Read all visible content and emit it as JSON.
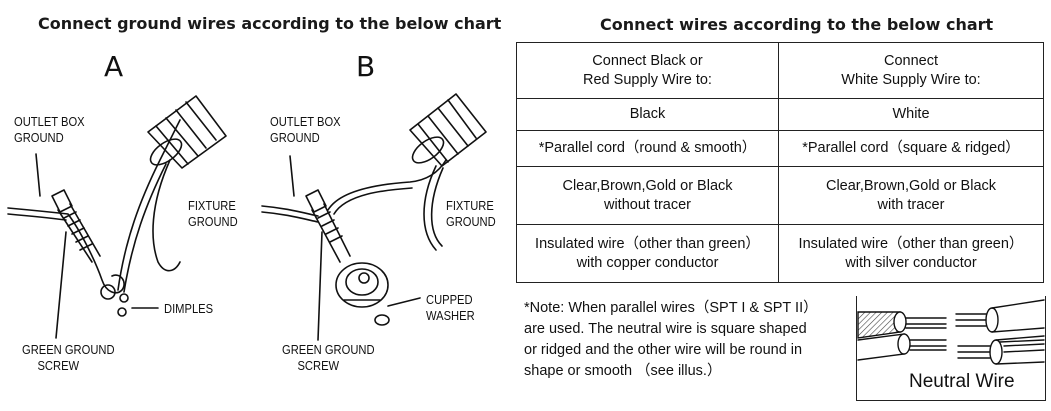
{
  "left": {
    "heading": "Connect ground wires according to the below chart",
    "figure_a": {
      "letter": "A",
      "outlet_box_ground": [
        "OUTLET BOX",
        "GROUND"
      ],
      "fixture_ground": [
        "FIXTURE",
        "GROUND"
      ],
      "dimples": "DIMPLES",
      "green_ground_screw": [
        "GREEN GROUND",
        "SCREW"
      ]
    },
    "figure_b": {
      "letter": "B",
      "outlet_box_ground": [
        "OUTLET BOX",
        "GROUND"
      ],
      "fixture_ground": [
        "FIXTURE",
        "GROUND"
      ],
      "cupped_washer": [
        "CUPPED",
        "WASHER"
      ],
      "green_ground_screw": [
        "GREEN GROUND",
        "SCREW"
      ]
    }
  },
  "right": {
    "heading": "Connect wires according to the below chart",
    "table": {
      "header": [
        [
          "Connect Black or",
          "Red Supply Wire to:"
        ],
        [
          "Connect",
          "White Supply Wire to:"
        ]
      ],
      "rows": [
        [
          [
            "Black"
          ],
          [
            "White"
          ]
        ],
        [
          [
            "*Parallel cord（round & smooth）"
          ],
          [
            "*Parallel cord（square & ridged）"
          ]
        ],
        [
          [
            "Clear,Brown,Gold or Black",
            "without tracer"
          ],
          [
            "Clear,Brown,Gold or Black",
            "with tracer"
          ]
        ],
        [
          [
            "Insulated wire（other than green）",
            "with copper conductor"
          ],
          [
            "Insulated wire（other than green）",
            "with silver conductor"
          ]
        ]
      ]
    },
    "note": [
      "*Note: When parallel wires（SPT I & SPT II）",
      "are used. The neutral wire is square shaped",
      "or ridged and the other wire will be round in",
      "shape or smooth （see illus.）"
    ],
    "neutral_wire_label": "Neutral Wire"
  }
}
